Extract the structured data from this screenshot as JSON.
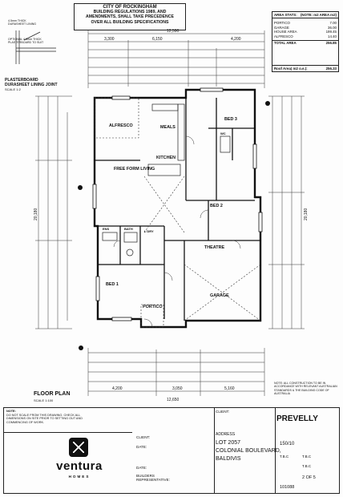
{
  "stamp": {
    "line1": "CITY OF ROCKINGHAM",
    "line2": "BUILDING REGULATIONS 1989, AND",
    "line3": "AMENDMENTS, SHALL TAKE PRECEDENCE",
    "line4": "OVER ALL BUILDING SPECIFICATIONS"
  },
  "area_table": {
    "title": "AREA STATS:",
    "col_note": "(NOTE: m2 AREA m2)",
    "rows": [
      {
        "label": "PORTICO",
        "value": "7.00"
      },
      {
        "label": "GARAGE",
        "value": "36.00"
      },
      {
        "label": "HOUSE AREA",
        "value": "199.45"
      },
      {
        "label": "ALFRESCO",
        "value": "14.40"
      }
    ],
    "total_label": "TOTAL AREA",
    "total_value": "256.85",
    "roof_label": "Roof Area( m2 o.e.):",
    "roof_value": "256.33"
  },
  "left_notes": {
    "line1": "4.5mm THICK",
    "line2": "DURASHEET LINING",
    "line3": "OPTIONAL 4.5mm THICK PLASTERBOARD TO SUIT",
    "plaster_title": "PLASTERBOARD",
    "plaster_sub": "DURASHEET LINING JOINT",
    "plaster_scale": "SCALE 1:2"
  },
  "rooms": {
    "alfresco": "ALFRESCO",
    "meals": "MEALS",
    "kitchen": "KITCHEN",
    "free_form_living": "FREE FORM LIVING",
    "bed2": "BED 2",
    "bed3": "BED 3",
    "theatre": "THEATRE",
    "bed1": "BED 1",
    "portico": "PORTICO",
    "garage": "GARAGE",
    "ens": "ENS",
    "bath": "BATH",
    "ldry": "L'DRY",
    "wc": "WC"
  },
  "dimensions": {
    "top_overall": "12,590",
    "bottom_overall": "12,650",
    "left_overall": "20,180",
    "right_overall": "20,180",
    "top_a": "3,300",
    "top_b": "6,150",
    "top_c": "4,200",
    "bottom_a": "4,200",
    "bottom_b": "3,050",
    "bottom_c": "5,160"
  },
  "floorplan": {
    "label": "FLOOR PLAN",
    "scale": "SCALE 1:100"
  },
  "title_block": {
    "note_title": "NOTE:",
    "note_text": "DO NOT SCALE FROM THIS DRAWING. CHECK ALL DIMENSIONS ON SITE PRIOR TO SETTING OUT AND COMMENCING OF WORK.",
    "brand": "ventura",
    "brand_sub": "HOMES",
    "client_label": "CLIENT:",
    "date_label": "DATE:",
    "address_label": "ADDRESS",
    "address_line1": "LOT 2057",
    "address_line2": "COLONIAL BOULEVARD,",
    "address_line3": "BALDIVIS",
    "builder_label": "BUILDERS REPRESENTATIVE:",
    "design": "PREVELLY",
    "design_code": "150/10",
    "tbc1": "T.B.C",
    "tbc2": "T.B.C",
    "tbc3": "T.B.C",
    "sheet": "2 OF 5",
    "job_no": "101088",
    "right_note": "NOTE: ALL CONSTRUCTION TO BE IN ACCORDANCE WITH RELEVANT AUSTRALIAN STANDARDS & THE BUILDING CODE OF AUSTRALIA"
  }
}
